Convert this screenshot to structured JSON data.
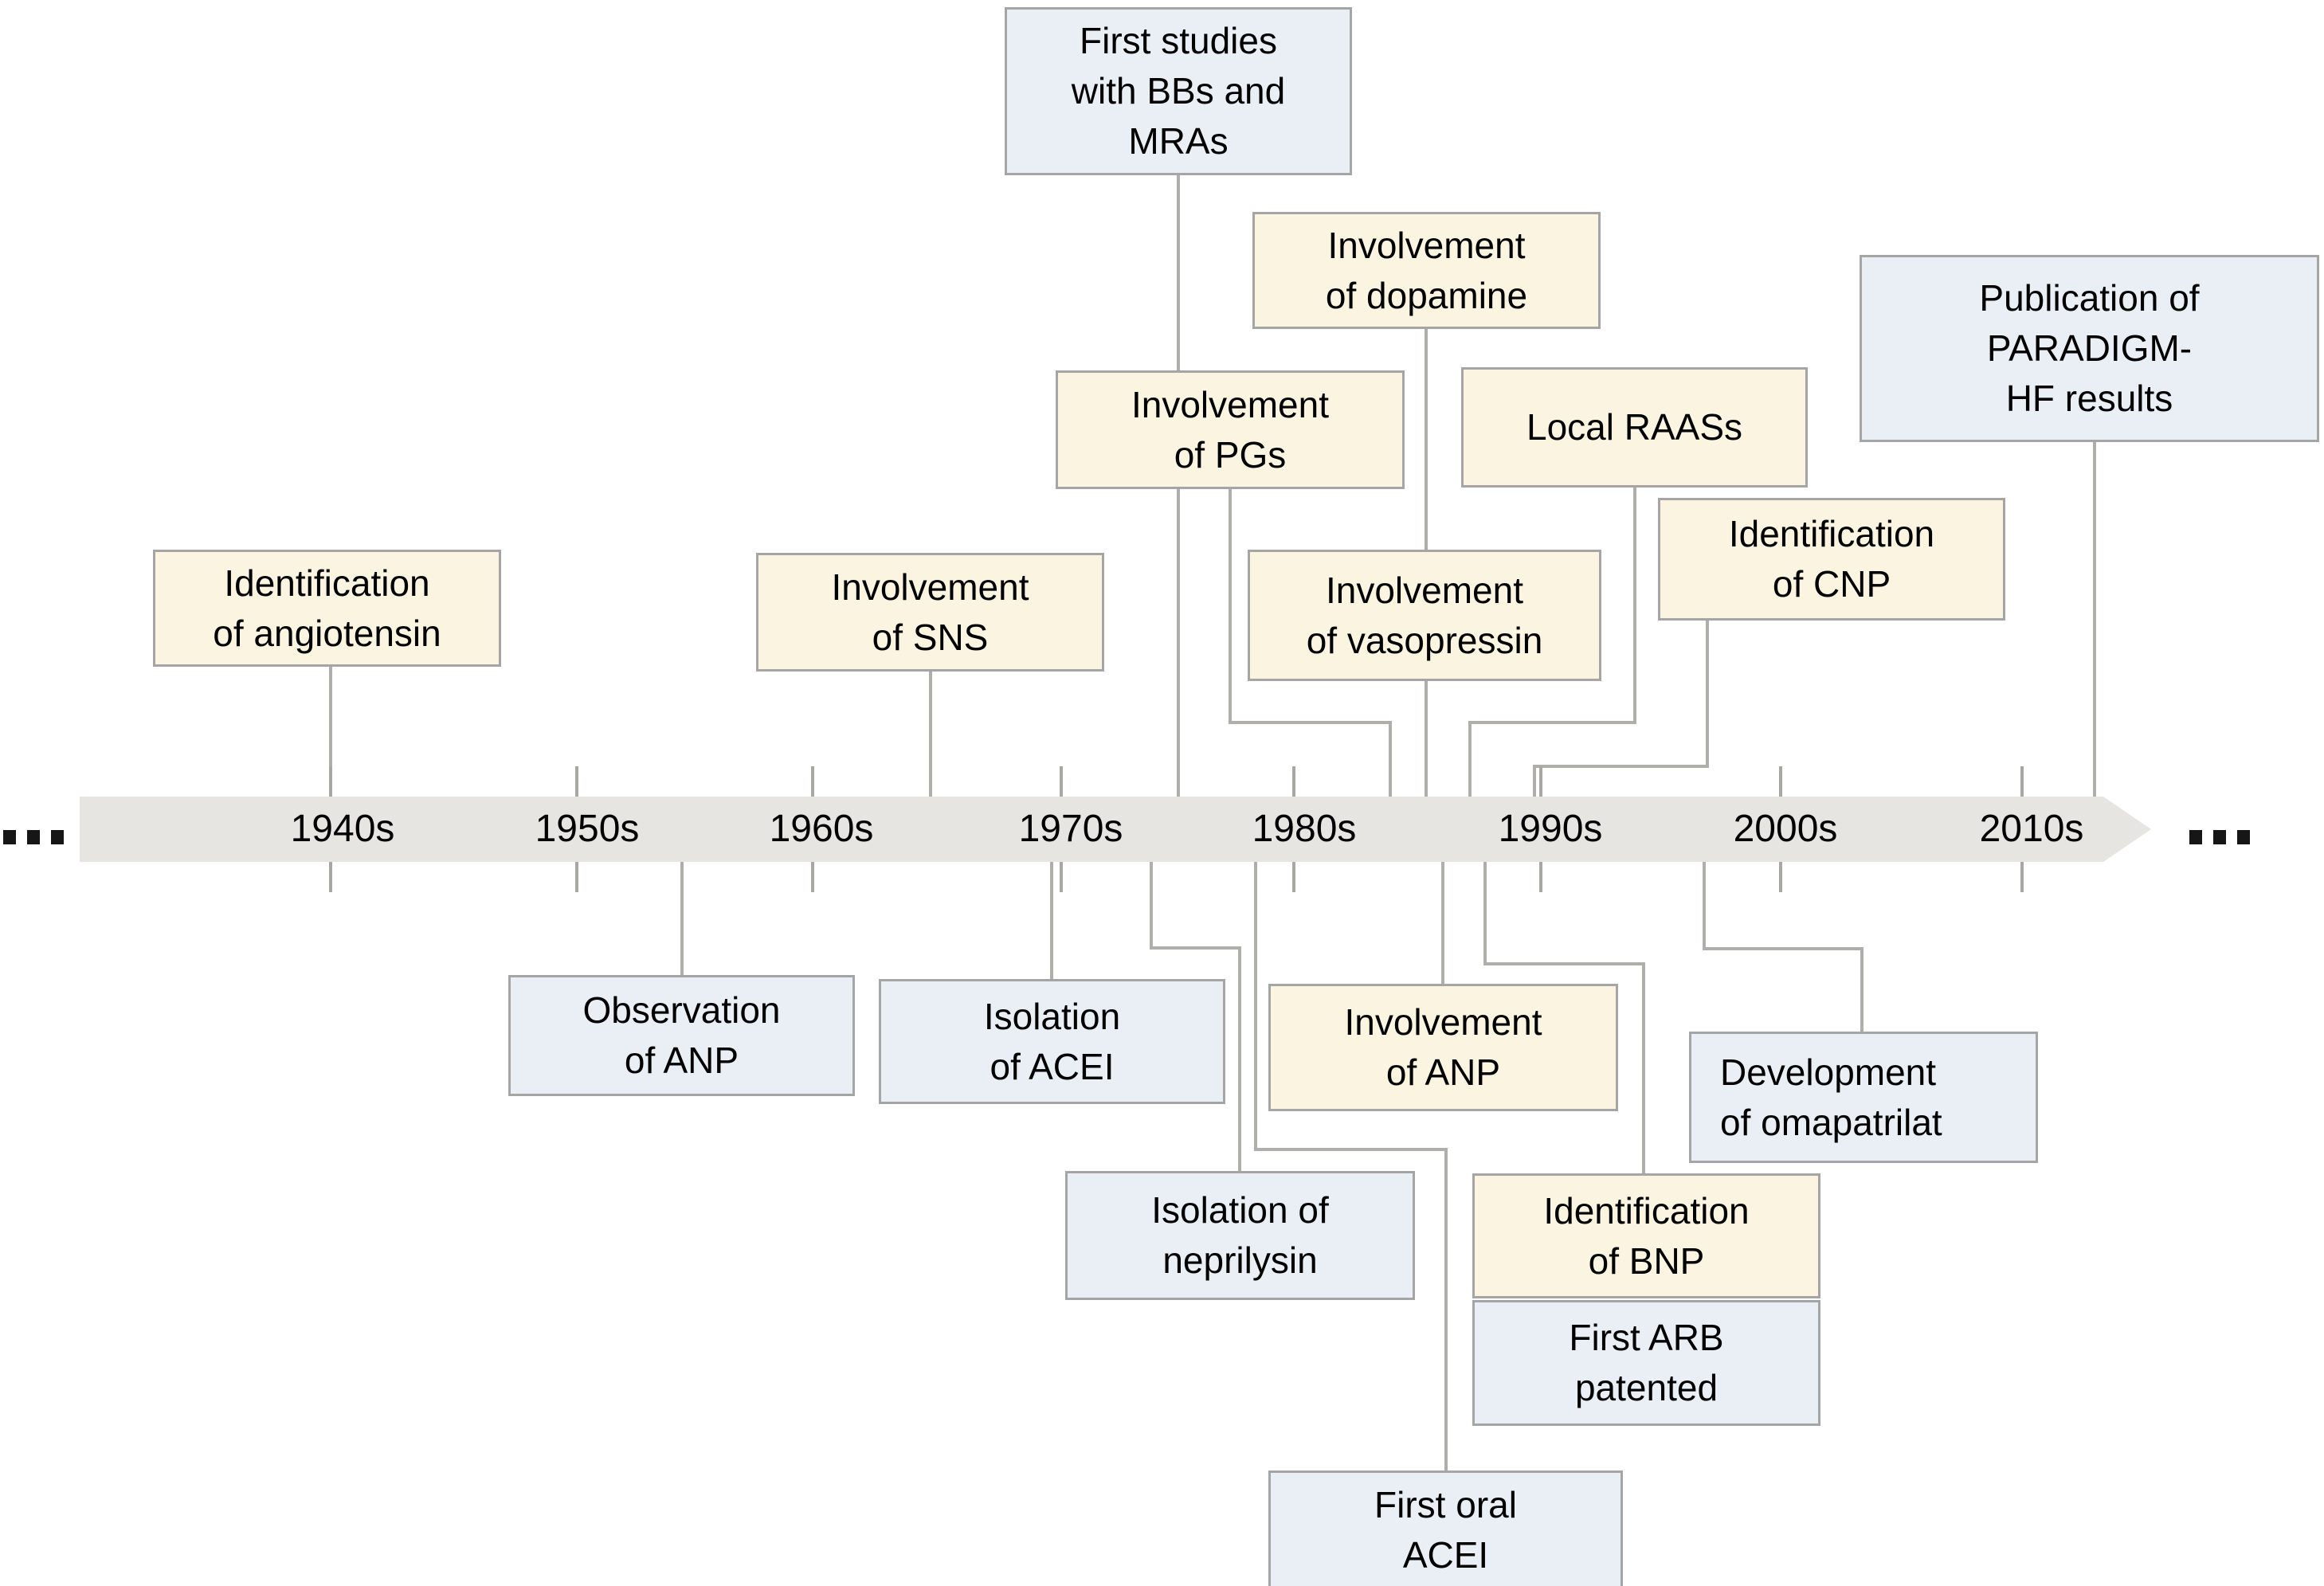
{
  "figure": {
    "description": "Timeline diagram of milestones in heart failure research and pharmacotherapy, 1940s to 2010s",
    "background_color": "#ffffff"
  },
  "palette": {
    "cream_fill": "#fbf4e1",
    "blue_fill": "#e9eff5",
    "box_border": "#a5a5a5",
    "band_fill": "#e6e5e2",
    "connector_color": "#b0aeab",
    "text_color": "#000000"
  },
  "timeline": {
    "left_ellipsis": "...",
    "right_ellipsis": "...",
    "decades": [
      {
        "label": "1940s"
      },
      {
        "label": "1950s"
      },
      {
        "label": "1960s"
      },
      {
        "label": "1970s"
      },
      {
        "label": "1980s"
      },
      {
        "label": "1990s"
      },
      {
        "label": "2000s"
      },
      {
        "label": "2010s"
      }
    ]
  },
  "events": [
    {
      "id": "first-studies-bbs-mras",
      "lines": [
        "First studies",
        "with BBs and",
        "MRAs"
      ],
      "style": "blue",
      "position": "above"
    },
    {
      "id": "involvement-of-dopamine",
      "lines": [
        "Involvement",
        "of dopamine"
      ],
      "style": "cream",
      "position": "above"
    },
    {
      "id": "involvement-of-pgs",
      "lines": [
        "Involvement",
        "of PGs"
      ],
      "style": "cream",
      "position": "above"
    },
    {
      "id": "local-raass",
      "lines": [
        "Local RAASs"
      ],
      "style": "cream",
      "position": "above"
    },
    {
      "id": "identification-of-angiotensin",
      "lines": [
        "Identification",
        "of angiotensin"
      ],
      "style": "cream",
      "position": "above"
    },
    {
      "id": "involvement-of-sns",
      "lines": [
        "Involvement",
        "of SNS"
      ],
      "style": "cream",
      "position": "above"
    },
    {
      "id": "involvement-of-vasopressin",
      "lines": [
        "Involvement",
        "of vasopressin"
      ],
      "style": "cream",
      "position": "above"
    },
    {
      "id": "identification-of-cnp",
      "lines": [
        "Identification",
        "of CNP"
      ],
      "style": "cream",
      "position": "above"
    },
    {
      "id": "publication-of-paradigm-hf",
      "lines": [
        "Publication of",
        "PARADIGM-",
        "HF results"
      ],
      "style": "blue",
      "position": "above"
    },
    {
      "id": "observation-of-anp",
      "lines": [
        "Observation",
        "of ANP"
      ],
      "style": "blue",
      "position": "below"
    },
    {
      "id": "isolation-of-acei",
      "lines": [
        "Isolation",
        "of ACEI"
      ],
      "style": "blue",
      "position": "below"
    },
    {
      "id": "involvement-of-anp",
      "lines": [
        "Involvement",
        "of ANP"
      ],
      "style": "cream",
      "position": "below"
    },
    {
      "id": "development-of-omapatrilat",
      "lines": [
        "Development",
        "of omapatrilat"
      ],
      "style": "blue",
      "position": "below"
    },
    {
      "id": "isolation-of-neprilysin",
      "lines": [
        "Isolation of",
        "neprilysin"
      ],
      "style": "blue",
      "position": "below"
    },
    {
      "id": "identification-of-bnp",
      "lines": [
        "Identification",
        "of BNP"
      ],
      "style": "cream",
      "position": "below"
    },
    {
      "id": "first-arb-patented",
      "lines": [
        "First ARB",
        "patented"
      ],
      "style": "blue",
      "position": "below"
    },
    {
      "id": "first-oral-acei",
      "lines": [
        "First oral",
        "ACEI"
      ],
      "style": "blue",
      "position": "below"
    }
  ]
}
